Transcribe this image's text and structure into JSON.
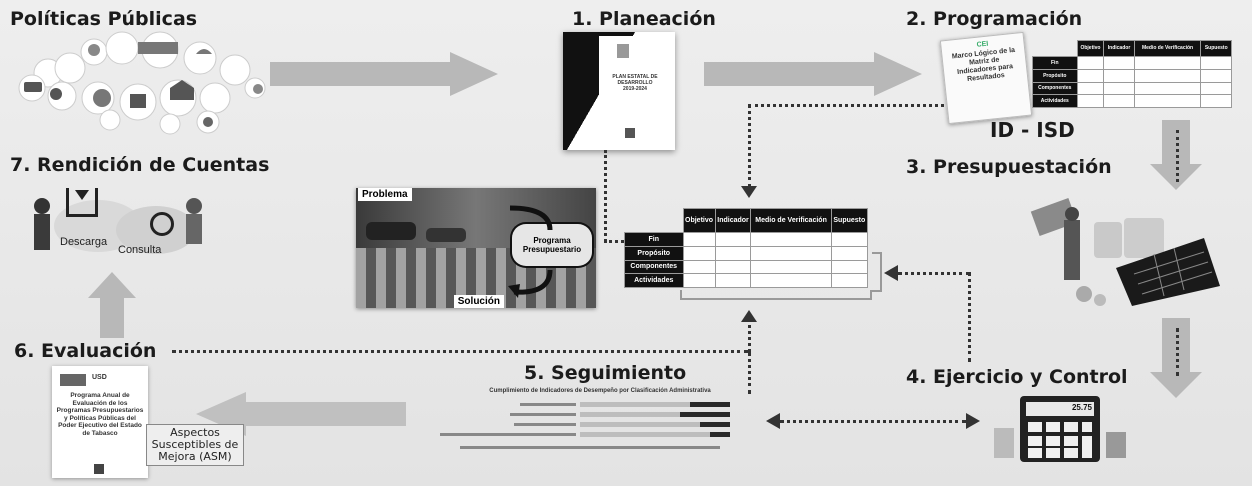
{
  "stages": {
    "politicas": "Políticas Públicas",
    "planeacion": "1. Planeación",
    "programacion": "2. Programación",
    "presupuestacion": "3. Presupuestación",
    "ejercicio": "4. Ejercicio y Control",
    "seguimiento": "5. Seguimiento",
    "evaluacion": "6. Evaluación",
    "rendicion": "7. Rendición de Cuentas"
  },
  "id_isd": "ID - ISD",
  "plan_doc": {
    "line1": "PLAN ESTATAL DE",
    "line2": "DESARROLLO",
    "line3": "2019-2024"
  },
  "mir_book": {
    "brand": "CEI",
    "title": "Marco Lógico de la Matriz de Indicadores para Resultados"
  },
  "mir_headers": [
    "Objetivo",
    "Indicador",
    "Medio de Verificación",
    "Supuesto"
  ],
  "mir_rows": [
    "Fin",
    "Propósito",
    "Componentes",
    "Actividades"
  ],
  "problem_panel": {
    "problema": "Problema",
    "solucion": "Solución",
    "programa": "Programa Presupuestario"
  },
  "rendicion_panel": {
    "descarga": "Descarga",
    "consulta": "Consulta"
  },
  "seguimiento_chart": {
    "title": "Cumplimiento de Indicadores de Desempeño por Clasificación Administrativa"
  },
  "evaluacion_doc": {
    "brand": "USD",
    "text": "Programa Anual de Evaluación de los Programas Presupuestarios y Políticas Públicas del Poder Ejecutivo del Estado de Tabasco"
  },
  "asm_label": "Aspectos Susceptibles de Mejora (ASM)",
  "calculator_display": "25.75",
  "colors": {
    "arrow": "#b4b4b4",
    "dotted": "#333333",
    "table_dark": "#111111"
  }
}
